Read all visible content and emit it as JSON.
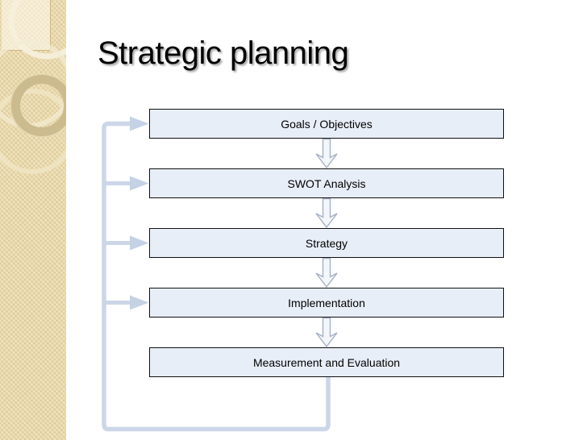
{
  "slide": {
    "title": "Strategic planning"
  },
  "diagram": {
    "boxes": [
      {
        "label": "Goals / Objectives"
      },
      {
        "label": "SWOT Analysis"
      },
      {
        "label": "Strategy"
      },
      {
        "label": "Implementation"
      },
      {
        "label": "Measurement and Evaluation"
      }
    ],
    "colors": {
      "box_fill": "#e8eef7",
      "box_border": "#101010",
      "connector": "#ccd6e8",
      "branch_arrowhead": "#c5d1e5",
      "flow_arrow_fill": "#f3f6fa",
      "flow_arrow_outline": "#a6b0c3",
      "sidebar_base": "#e9d8aa"
    }
  }
}
